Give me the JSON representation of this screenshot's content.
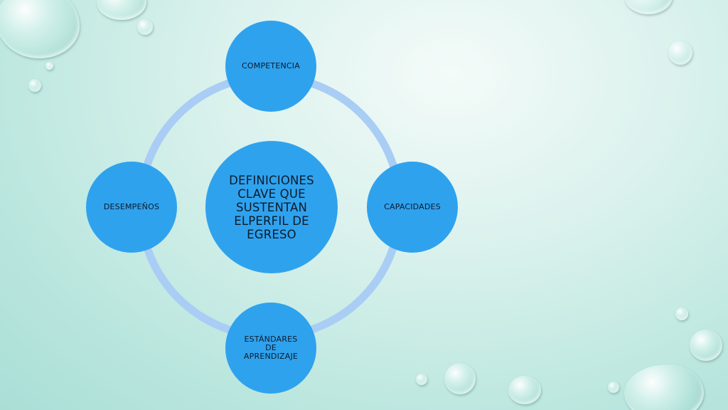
{
  "diagram": {
    "center": "DEFINICIONES CLAVE QUE SUSTENTAN ELPERFIL DE EGRESO",
    "nodes": {
      "top": "COMPETENCIA",
      "right": "CAPACIDADES",
      "bottom": "ESTÁNDARES DE APRENDIZAJE",
      "left": "DESEMPEÑOS"
    }
  },
  "colors": {
    "node_fill": "#2fa2ee",
    "ring": "#a9cdf4",
    "background": "#c8ece5"
  },
  "decoration": "water-drops"
}
